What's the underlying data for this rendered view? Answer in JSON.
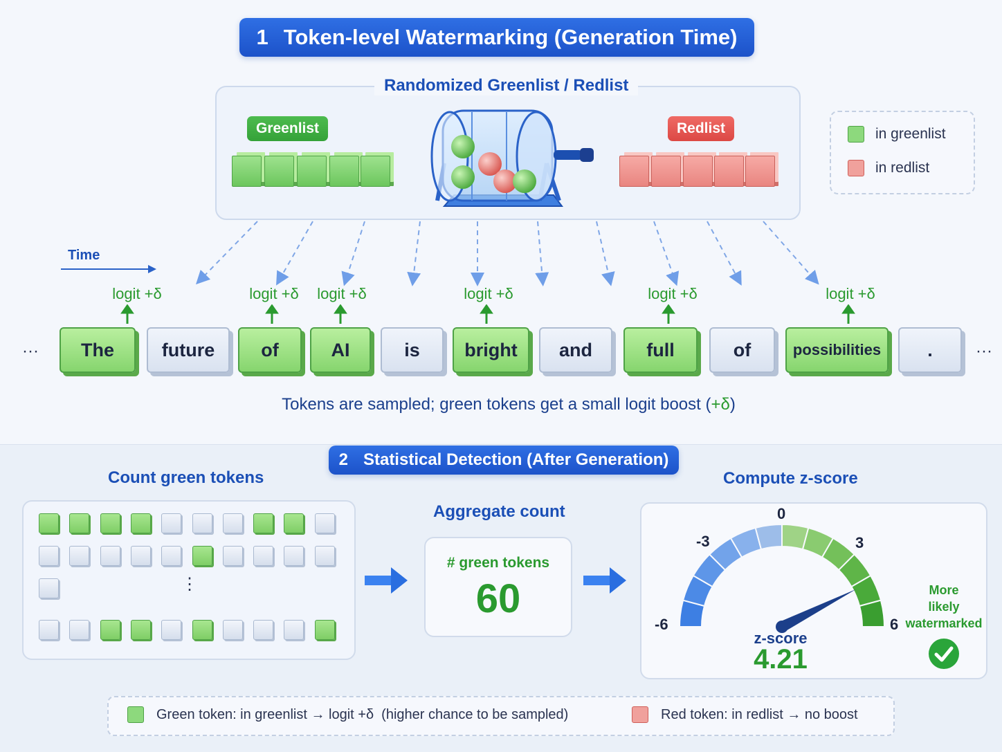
{
  "section1": {
    "number": "1",
    "title": "Token-level Watermarking (Generation Time)"
  },
  "greenlist_panel": {
    "title": "Randomized Greenlist / Redlist",
    "greenlist_label": "Greenlist",
    "redlist_label": "Redlist"
  },
  "legend": {
    "green_label": "in greenlist",
    "red_label": "in redlist"
  },
  "time_label": "Time",
  "boost_label": "logit +δ",
  "tokens": [
    {
      "text": "The",
      "status": "green"
    },
    {
      "text": "future",
      "status": "gray"
    },
    {
      "text": "of",
      "status": "green"
    },
    {
      "text": "AI",
      "status": "green"
    },
    {
      "text": "is",
      "status": "gray"
    },
    {
      "text": "bright",
      "status": "green"
    },
    {
      "text": "and",
      "status": "gray"
    },
    {
      "text": "full",
      "status": "green"
    },
    {
      "text": "of",
      "status": "gray"
    },
    {
      "text": "possibilities",
      "status": "green"
    },
    {
      "text": ".",
      "status": "gray"
    }
  ],
  "ellipsis": "···",
  "caption": {
    "main": "Tokens are sampled; green tokens get a small logit boost (",
    "delta": "+δ",
    "end": ")"
  },
  "section2": {
    "number": "2",
    "title": "Statistical Detection (After Generation)"
  },
  "count": {
    "title": "Count green tokens",
    "rows": [
      [
        "green",
        "green",
        "green",
        "green",
        "gray",
        "gray",
        "gray",
        "green",
        "green",
        "gray"
      ],
      [
        "gray",
        "gray",
        "gray",
        "gray",
        "gray",
        "green",
        "gray",
        "gray",
        "gray",
        "gray"
      ],
      [
        "gray"
      ],
      [
        "gray",
        "gray",
        "green",
        "green",
        "gray",
        "green",
        "gray",
        "gray",
        "gray",
        "green"
      ]
    ],
    "vdots": "⋮"
  },
  "aggregate": {
    "title": "Aggregate count",
    "label": "# green tokens",
    "value": "60"
  },
  "zscore": {
    "title": "Compute z-score",
    "ticks": {
      "min": "-6",
      "q1": "-3",
      "mid": "0",
      "q3": "3",
      "max": "6"
    },
    "range": [
      -6,
      6
    ],
    "value": 4.21,
    "name": "z-score",
    "value_text": "4.21",
    "verdict": [
      "More",
      "likely",
      "watermarked"
    ]
  },
  "bottom_legend": {
    "green_text": "Green token: in greenlist → logit +δ  (higher chance to be sampled)",
    "red_text": "Red token: in redlist → no boost"
  },
  "colors": {
    "accent_blue": "#1c52c9",
    "green": "#2a9a2f",
    "red": "#dc4844"
  }
}
